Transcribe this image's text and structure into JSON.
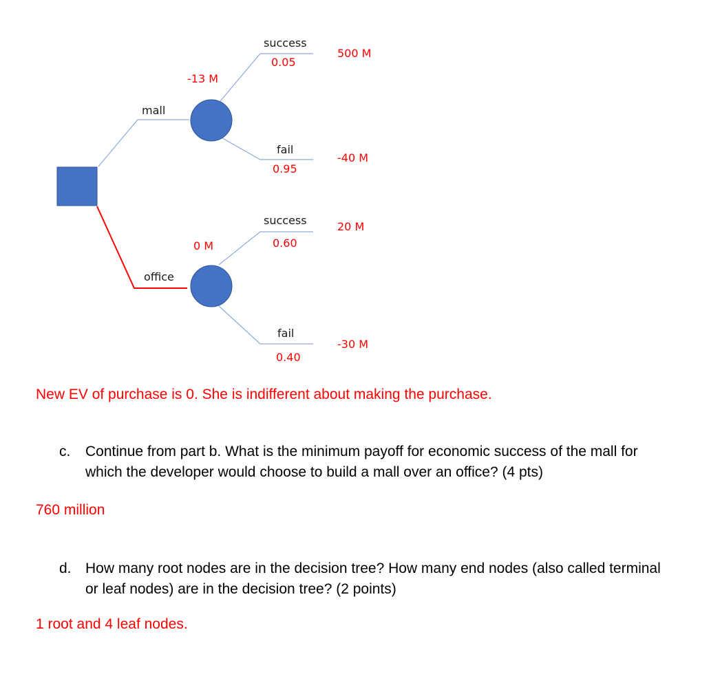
{
  "colors": {
    "node_fill": "#4472c4",
    "node_stroke": "#2f5597",
    "branch_line": "#8faadc",
    "chosen_branch": "#ff0000",
    "answer_text": "#ff0000",
    "label_text": "#1a1a1a"
  },
  "tree": {
    "decision_node": {
      "shape": "square"
    },
    "branches": [
      {
        "label": "mall",
        "chosen": false,
        "ev_label": "-13 M",
        "outcomes": [
          {
            "label": "success",
            "probability": "0.05",
            "payoff": "500 M"
          },
          {
            "label": "fail",
            "probability": "0.95",
            "payoff": "-40 M"
          }
        ]
      },
      {
        "label": "office",
        "chosen": true,
        "ev_label": "0 M",
        "outcomes": [
          {
            "label": "success",
            "probability": "0.60",
            "payoff": "20 M"
          },
          {
            "label": "fail",
            "probability": "0.40",
            "payoff": "-30 M"
          }
        ]
      }
    ]
  },
  "answer_b": "New EV of purchase is 0. She is indifferent about making the purchase.",
  "question_c": {
    "letter": "c.",
    "text": "Continue from part b. What is the minimum payoff for economic success of the mall for which the developer would choose to build a mall over an office? (4 pts)"
  },
  "answer_c": "760 million",
  "question_d": {
    "letter": "d.",
    "text": "How many root nodes are in the decision tree? How many end nodes (also called terminal or leaf nodes) are in the decision tree?  (2 points)"
  },
  "answer_d": "1 root and 4 leaf nodes."
}
